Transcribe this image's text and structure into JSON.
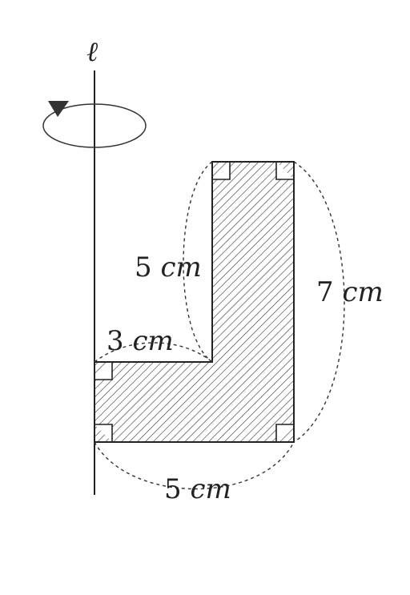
{
  "axis": {
    "label": "ℓ"
  },
  "dimensions": [
    {
      "id": "inner-height",
      "value": "5",
      "unit": "cm"
    },
    {
      "id": "outer-height",
      "value": "7",
      "unit": "cm"
    },
    {
      "id": "inner-width",
      "value": "3",
      "unit": "cm"
    },
    {
      "id": "bottom-width",
      "value": "5",
      "unit": "cm"
    }
  ],
  "colors": {
    "line": "#222222",
    "hatch": "#333333",
    "dash": "#333333",
    "rotation_arrow": "#333333"
  }
}
